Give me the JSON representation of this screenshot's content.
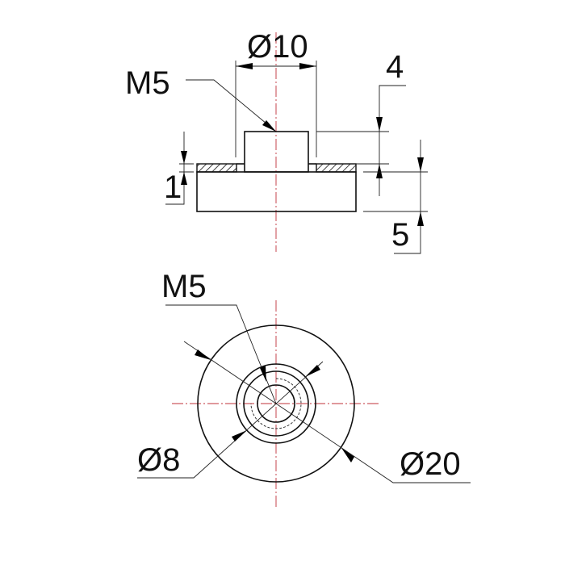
{
  "colors": {
    "outline": "#111111",
    "centerline": "#c0303a",
    "background": "#ffffff"
  },
  "side_view": {
    "dims": {
      "boss_diameter": "Ø10",
      "thread": "M5",
      "boss_height": "4",
      "flange_thickness": "1",
      "base_height": "5"
    }
  },
  "top_view": {
    "dims": {
      "thread": "M5",
      "flange_diameter": "Ø8",
      "outer_diameter": "Ø20"
    }
  }
}
